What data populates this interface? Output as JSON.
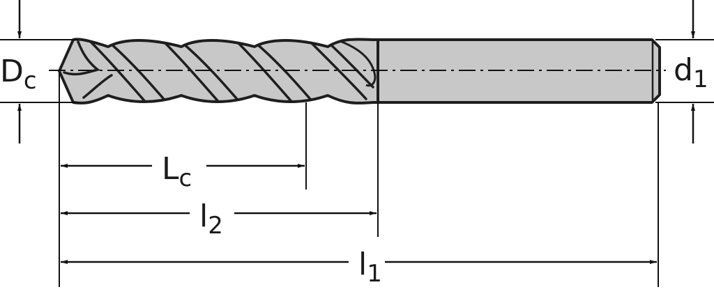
{
  "diagram": {
    "part": "twist-drill",
    "colors": {
      "body_fill": "#c8c8c8",
      "outline": "#1e1e1e",
      "dimension_line": "#111111",
      "background": "#ffffff"
    },
    "labels": {
      "cutting_diameter": {
        "main": "D",
        "sub": "c"
      },
      "shank_diameter": {
        "main": "d",
        "sub": "1"
      },
      "cutting_length": {
        "main": "L",
        "sub": "c"
      },
      "flute_length": {
        "main": "l",
        "sub": "2"
      },
      "overall_length": {
        "main": "l",
        "sub": "1"
      }
    }
  }
}
